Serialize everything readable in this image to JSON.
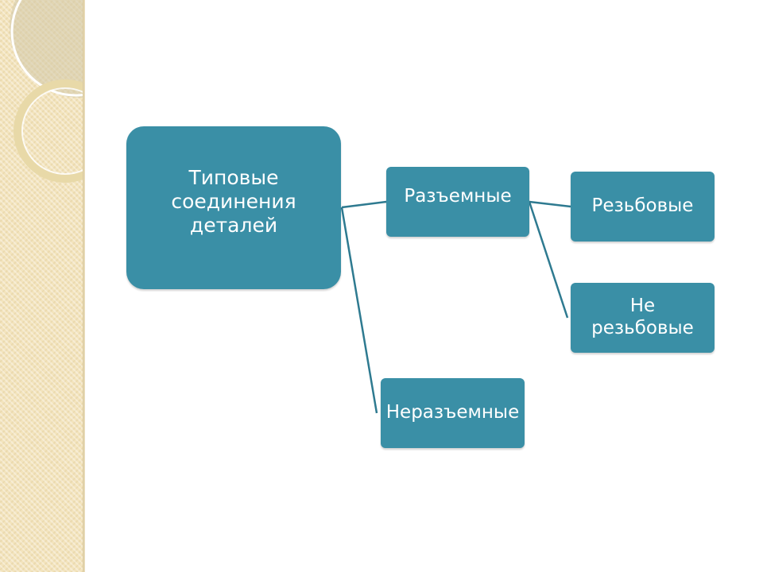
{
  "theme": {
    "node_color": "#3a8fa6",
    "connector_color": "#2e7a90",
    "node_text_color": "#ffffff",
    "strip_color": "#f3e4bd"
  },
  "diagram": {
    "root": {
      "label": "Типовые\nсоединения\nдеталей"
    },
    "branch_detachable": {
      "label": "Разъемные"
    },
    "branch_permanent": {
      "label": "Неразъемные"
    },
    "leaf_threaded": {
      "label": "Резьбовые"
    },
    "leaf_non_threaded": {
      "label": "Не\nрезьбовые"
    }
  }
}
